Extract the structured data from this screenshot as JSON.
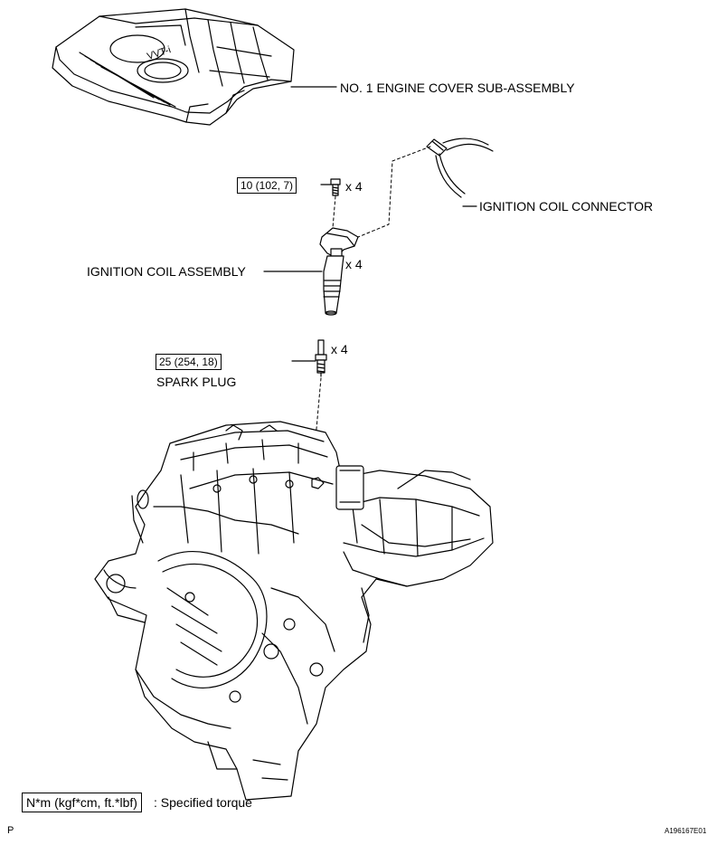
{
  "labels": {
    "engine_cover": "NO. 1 ENGINE COVER SUB-ASSEMBLY",
    "ignition_coil_connector": "IGNITION COIL CONNECTOR",
    "ignition_coil_assembly": "IGNITION COIL ASSEMBLY",
    "spark_plug": "SPARK PLUG"
  },
  "torque": {
    "bolt": "10 (102, 7)",
    "spark_plug": "25 (254, 18)"
  },
  "quantities": {
    "bolt": "x 4",
    "coil": "x 4",
    "spark_plug": "x 4"
  },
  "legend": {
    "unit": "N*m (kgf*cm, ft.*lbf)",
    "description": ": Specified torque"
  },
  "footer": {
    "left_mark": "P",
    "figure_code": "A196167E01"
  },
  "cover_logo_text": "VVT-i"
}
